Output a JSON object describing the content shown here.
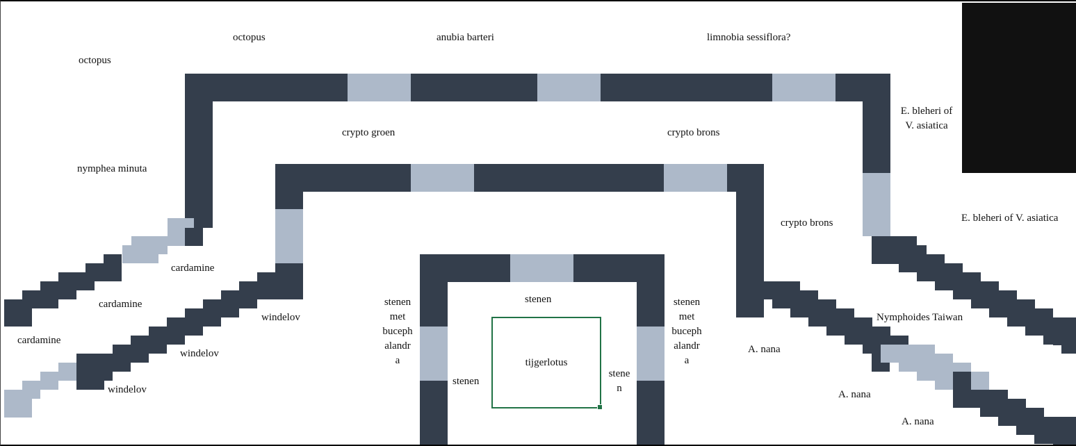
{
  "colors": {
    "dark_border": "#343e4c",
    "light_border": "#adb9c9",
    "selection": "#217346",
    "black_block": "#111111"
  },
  "labels": {
    "octopus_left": "octopus",
    "octopus_top": "octopus",
    "anubia_barteri": "anubia barteri",
    "limnobia_sessiflora": "limnobia sessiflora?",
    "e_bleheri_line1": "E. bleheri of",
    "e_bleheri_line2": "V. asiatica",
    "crypto_groen": "crypto groen",
    "crypto_brons_top": "crypto brons",
    "nymphea_minuta": "nymphea minuta",
    "crypto_brons_right": "crypto brons",
    "e_bleheri_right": "E. bleheri of V. asiatica",
    "cardamine_1": "cardamine",
    "cardamine_2": "cardamine",
    "cardamine_3": "cardamine",
    "windelov_1": "windelov",
    "windelov_2": "windelov",
    "windelov_3": "windelov",
    "stenen_left": [
      "stenen",
      "met",
      "buceph",
      "alandr",
      "a"
    ],
    "stenen_right": [
      "stenen",
      "met",
      "buceph",
      "alandr",
      "a"
    ],
    "stenen_top": "stenen",
    "stenen_inner": "stenen",
    "stenen_split": [
      "stene",
      "n"
    ],
    "tijgerlotus": "tijgerlotus",
    "nymphoides_taiwan": "Nymphoides Taiwan",
    "a_nana_1": "A. nana",
    "a_nana_2": "A. nana",
    "a_nana_3": "A. nana"
  }
}
